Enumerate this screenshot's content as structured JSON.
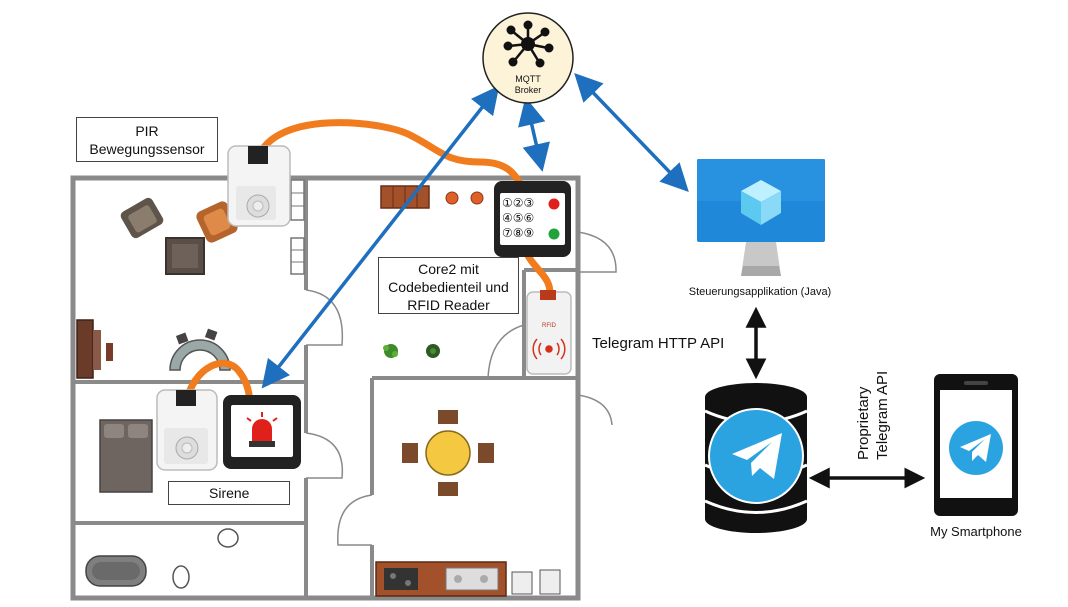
{
  "broker": {
    "line1": "MQTT",
    "line2": "Broker"
  },
  "pir": {
    "line1": "PIR",
    "line2": "Bewegungssensor"
  },
  "core2": {
    "line1": "Core2 mit",
    "line2": "Codebedienteil und",
    "line3": "RFID Reader"
  },
  "siren": {
    "label": "Sirene"
  },
  "app": {
    "label": "Steuerungsapplikation (Java)"
  },
  "telegram_http": {
    "label": "Telegram HTTP API"
  },
  "proprietary": {
    "line1": "Proprietary",
    "line2": "Telegram API"
  },
  "smartphone": {
    "label": "My Smartphone"
  },
  "keypad": {
    "keys": [
      "①②③",
      "④⑤⑥",
      "⑦⑧⑨"
    ]
  },
  "rfid": {
    "label": "RFID"
  },
  "colors": {
    "cable": "#f07c1e",
    "arrow": "#1f6fbf",
    "wall": "#7f7f7f",
    "broker_fill": "#fdf3d9",
    "telegram_blue": "#2aa3e0",
    "monitor_blue": "#1f88d8"
  }
}
